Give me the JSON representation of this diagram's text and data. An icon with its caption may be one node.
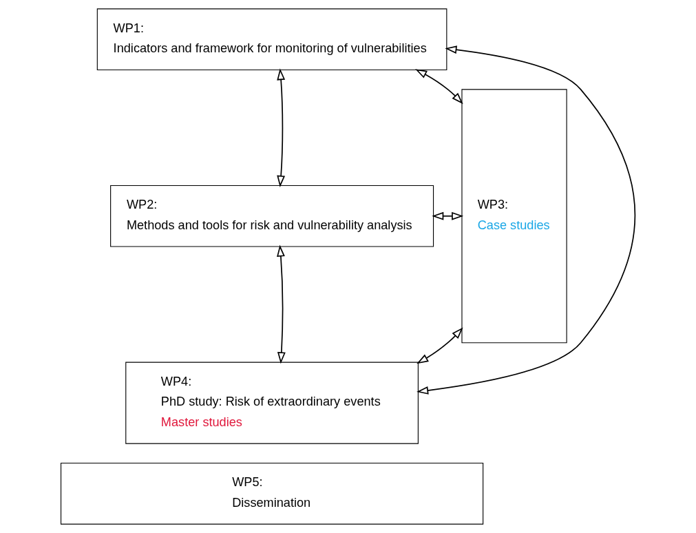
{
  "diagram": {
    "nodes": [
      {
        "text": [
          "WP1:",
          "Indicators and framework for monitoring of vulnerabilities"
        ]
      },
      {
        "text": [
          "WP2:",
          "Methods and tools for risk and vulnerability analysis"
        ]
      },
      {
        "text": [
          "WP3:",
          "Case studies"
        ]
      },
      {
        "text": [
          "WP4:",
          "PhD study: Risk of extraordinary events",
          "Master studies"
        ]
      },
      {
        "text": [
          "WP5:",
          "Dissemination"
        ]
      }
    ],
    "edges": [
      {
        "from": 0,
        "to": 2,
        "arrow": "both"
      },
      {
        "from": 0,
        "to": 1,
        "arrow": "both"
      },
      {
        "from": 1,
        "to": 2,
        "arrow": "both"
      },
      {
        "from": 1,
        "to": 3,
        "arrow": "both"
      },
      {
        "from": 3,
        "to": 2,
        "arrow": "both"
      },
      {
        "from": 0,
        "to": 3,
        "arrow": "both"
      }
    ]
  }
}
